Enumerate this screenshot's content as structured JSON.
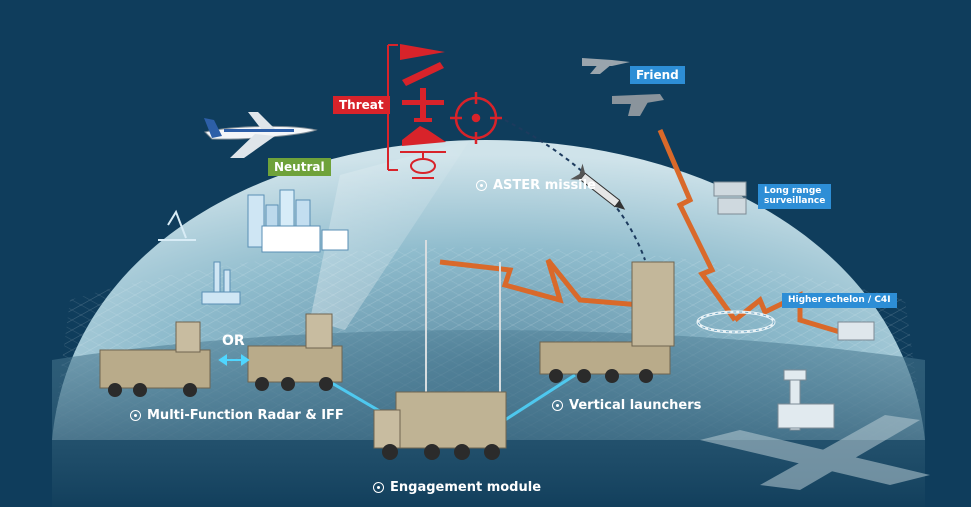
{
  "labels": {
    "threat": "Threat",
    "neutral": "Neutral",
    "friend": "Friend",
    "long_range_line1": "Long range",
    "long_range_line2": "surveillance",
    "higher_echelon": "Higher echelon / C4I",
    "or": "OR"
  },
  "captions": {
    "aster": "ASTER missile",
    "mfr": "Multi-Function Radar & IFF",
    "vertical_launchers": "Vertical launchers",
    "engagement_module": "Engagement module"
  },
  "colors": {
    "background": "#0f3d5c",
    "dome": "#7fb2c6",
    "threat_red": "#d8232a",
    "neutral_green": "#6fa23a",
    "friend_blue": "#2d8ed6",
    "link_orange": "#d9692a",
    "data_link_cyan": "#4fd6ff",
    "camo_tan": "#b9ab8a"
  },
  "icons": {
    "threat_targets": [
      "missile-icon",
      "cruise-missile-icon",
      "drone-icon",
      "fighter-jet-icon",
      "helicopter-icon"
    ],
    "crosshair": "target-crosshair-icon"
  }
}
